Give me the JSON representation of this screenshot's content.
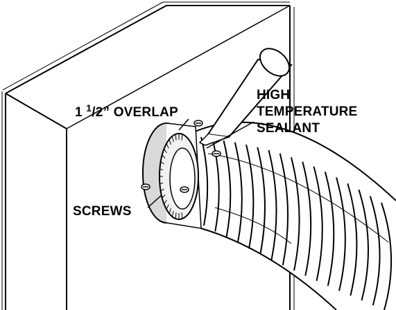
{
  "diagram": {
    "labels": {
      "overlap": {
        "whole": "1",
        "numerator": "1",
        "rest": "/2” OVERLAP"
      },
      "sealant": [
        "HIGH",
        "TEMPERATURE",
        "SEALANT"
      ],
      "screws": "SCREWS"
    },
    "colors": {
      "line": "#000000",
      "background": "#ffffff",
      "collar_shade": "#d9d9d9",
      "pipe_interior": "#f2f2f2"
    }
  }
}
